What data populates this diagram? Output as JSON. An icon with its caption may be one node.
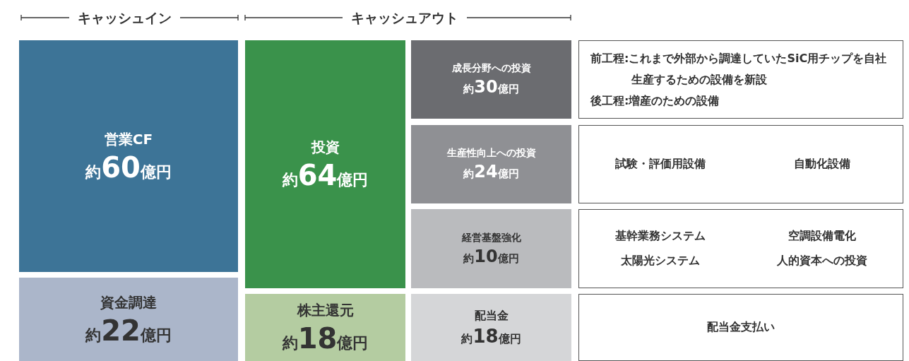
{
  "diagram": {
    "nodes": [
      {
        "text": [
          "営業CF",
          "約60億円"
        ]
      },
      {
        "text": [
          "資金調達",
          "約22億円"
        ]
      },
      {
        "text": [
          "投資",
          "約64億円"
        ]
      },
      {
        "text": [
          "株主還元",
          "約18億円"
        ]
      },
      {
        "text": [
          "成長分野への投資",
          "約30億円"
        ]
      },
      {
        "text": [
          "生産性向上への投資",
          "約24億円"
        ]
      },
      {
        "text": [
          "経営基盤強化",
          "約10億円"
        ]
      },
      {
        "text": [
          "配当金",
          "約18億円"
        ]
      },
      {
        "text": [
          "前工程:これまで外部から調達していたSiC用チップを自社生産するための設備を新設",
          "後工程:増産のための設備"
        ]
      },
      {
        "text": [
          "試験・評価用設備",
          "自動化設備"
        ]
      },
      {
        "text": [
          "基幹業務システム",
          "空調設備電化",
          "太陽光システム",
          "人的資本への投資"
        ]
      },
      {
        "text": [
          "配当金支払い"
        ]
      }
    ],
    "edges": [],
    "labels": [
      "キャッシュイン",
      "キャッシュアウト"
    ]
  }
}
